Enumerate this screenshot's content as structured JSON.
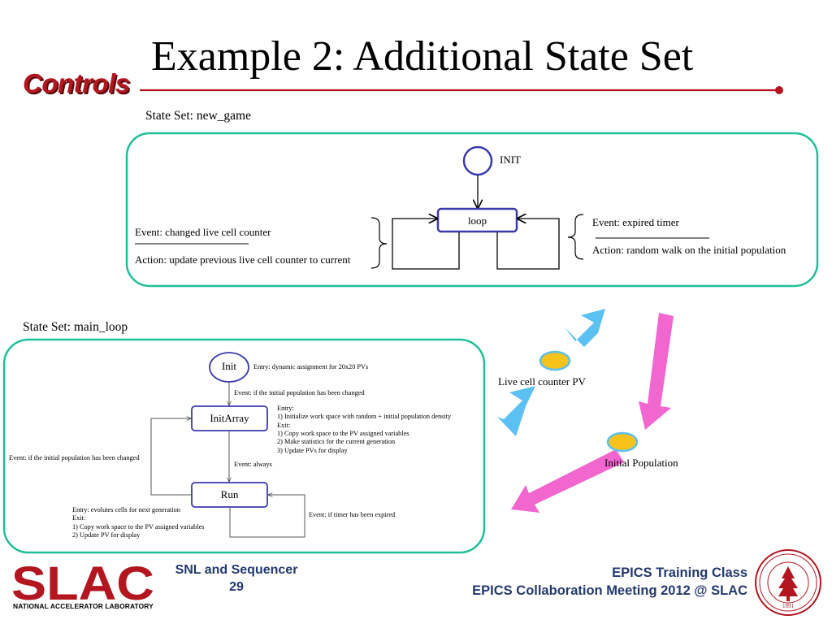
{
  "header": {
    "logo_text": "Controls",
    "title": "Example 2: Additional State Set"
  },
  "new_game": {
    "heading": "State Set: new_game",
    "init_label": "INIT",
    "loop_label": "loop",
    "left_event": "Event: changed live cell counter",
    "left_action": "Action: update previous live cell counter to current",
    "right_event": "Event: expired timer",
    "right_action": "Action: random walk on the initial population"
  },
  "main_loop": {
    "heading": "State Set: main_loop",
    "init_label": "Init",
    "init_entry": "Entry: dynamic assignment for 20x20 PVs",
    "event_init_changed": "Event: if the initial population has been changed",
    "initarray_label": "InitArray",
    "initarray_lines": [
      "Entry:",
      "1)    Initialize work space with random + initial population density",
      "Exit:",
      "1)    Copy work space to the PV assigned variables",
      "2)    Make statistics for the current generation",
      "3)    Update PVs for display"
    ],
    "event_left": "Event: if the initial population has been changed",
    "event_always": "Event: always",
    "run_label": "Run",
    "run_lines": [
      "Entry: evolutes cells for next generation",
      "Exit:",
      "1)    Copy work space to the PV assigned variables",
      "2)    Update PV for display"
    ],
    "event_timer": "Event: if timer has been expired"
  },
  "cycle": {
    "live_pv_label": "Live cell counter PV",
    "initial_pop_label": "Initial Population"
  },
  "footer": {
    "center_line1": "SNL and Sequencer",
    "page_number": "29",
    "right_line1": "EPICS Training Class",
    "right_line2": "EPICS Collaboration Meeting 2012 @ SLAC",
    "slac_logo_text": "SLAC",
    "slac_sub": "NATIONAL ACCELERATOR LABORATORY",
    "seal_year": "1891"
  },
  "colors": {
    "brand_red": "#b3161f",
    "teal_frame": "#1fbf9a",
    "node_blue": "#3a3ab0",
    "footer_navy": "#233a70",
    "arrow_cyan": "#5bc0f2",
    "arrow_pink": "#f266d0",
    "pv_yellow": "#f7c21c"
  }
}
